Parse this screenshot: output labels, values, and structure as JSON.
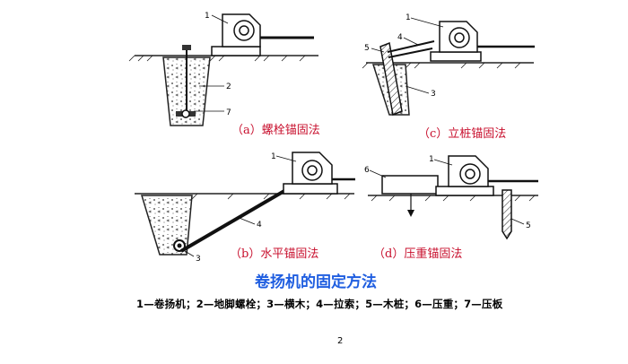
{
  "captions": {
    "a": "（a）螺栓锚固法",
    "b": "（b）水平锚固法",
    "c": "（c）立桩锚固法",
    "d": "（d）压重锚固法"
  },
  "main_title": "卷扬机的固定方法",
  "legend": "1—卷扬机；2—地脚螺栓；3—横木；4—拉索；5—木桩；6—压重；7—压板",
  "page_number": "2",
  "part_numbers": {
    "a": [
      "1",
      "2",
      "7"
    ],
    "b": [
      "1",
      "4",
      "3"
    ],
    "c": [
      "1",
      "5",
      "4",
      "3"
    ],
    "d": [
      "1",
      "6",
      "5"
    ]
  }
}
